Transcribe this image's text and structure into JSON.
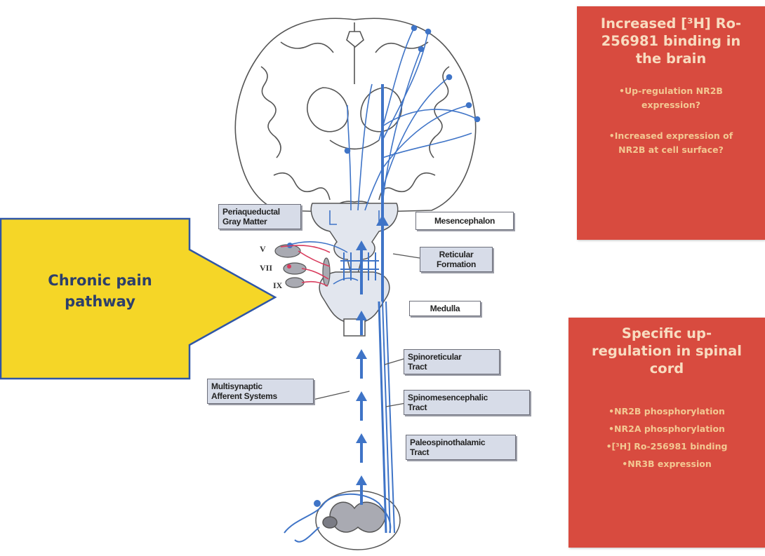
{
  "callout": {
    "text_line1": "Chronic pain",
    "text_line2": "pathway",
    "color": "#f5d627"
  },
  "labels": {
    "periaqueductal_1": "Periaqueductal",
    "periaqueductal_2": "Gray Matter",
    "mesencephalon": "Mesencephalon",
    "reticular_1": "Reticular",
    "reticular_2": "Formation",
    "medulla": "Medulla",
    "spinoreticular_1": "Spinoreticular",
    "spinoreticular_2": "Tract",
    "multisynaptic_1": "Multisynaptic",
    "multisynaptic_2": "Afferent Systems",
    "spinomesencephalic_1": "Spinomesencephalic",
    "spinomesencephalic_2": "Tract",
    "paleospinothalamic_1": "Paleospinothalamic",
    "paleospinothalamic_2": "Tract"
  },
  "cranial_nerves": {
    "v": "V",
    "vii": "VII",
    "ix": "IX"
  },
  "brain_box": {
    "title_1": "Increased [³H] Ro-",
    "title_2": "256981 binding in",
    "title_3": "the brain",
    "item1_1": "•Up-regulation NR2B",
    "item1_2": "expression?",
    "item2_1": "•Increased expression of",
    "item2_2": "NR2B at cell surface?"
  },
  "spinal_box": {
    "title_1": "Specific up-",
    "title_2": "regulation in spinal",
    "title_3": "cord",
    "items": [
      "•NR2B phosphorylation",
      "•NR2A phosphorylation",
      "•[³H] Ro-256981 binding",
      "•NR3B expression"
    ]
  },
  "colors": {
    "red_box": "#d84b3f",
    "pathway_blue": "#3f74c7",
    "cranial_red": "#d93a5c"
  }
}
